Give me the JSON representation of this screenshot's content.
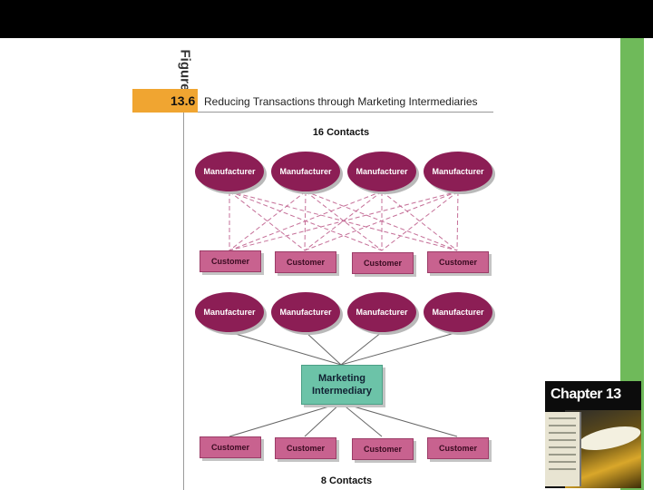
{
  "figure": {
    "word": "Figure",
    "number": "13.6",
    "title": "Reducing Transactions through Marketing Intermediaries"
  },
  "top_diagram": {
    "heading": "16 Contacts",
    "manufacturers": [
      "Manufacturer",
      "Manufacturer",
      "Manufacturer",
      "Manufacturer"
    ],
    "customers": [
      "Customer",
      "Customer",
      "Customer",
      "Customer"
    ]
  },
  "bottom_diagram": {
    "manufacturers": [
      "Manufacturer",
      "Manufacturer",
      "Manufacturer",
      "Manufacturer"
    ],
    "intermediary": [
      "Marketing",
      "Intermediary"
    ],
    "customers": [
      "Customer",
      "Customer",
      "Customer",
      "Customer"
    ],
    "footer": "8 Contacts"
  },
  "book_cover": {
    "title": "Chapter 13"
  },
  "colors": {
    "manufacturer": "#8c1e55",
    "customer": "#c8628f",
    "intermediary": "#6cc3a8",
    "tab": "#f0a531",
    "side_bar": "#6fba5a"
  }
}
